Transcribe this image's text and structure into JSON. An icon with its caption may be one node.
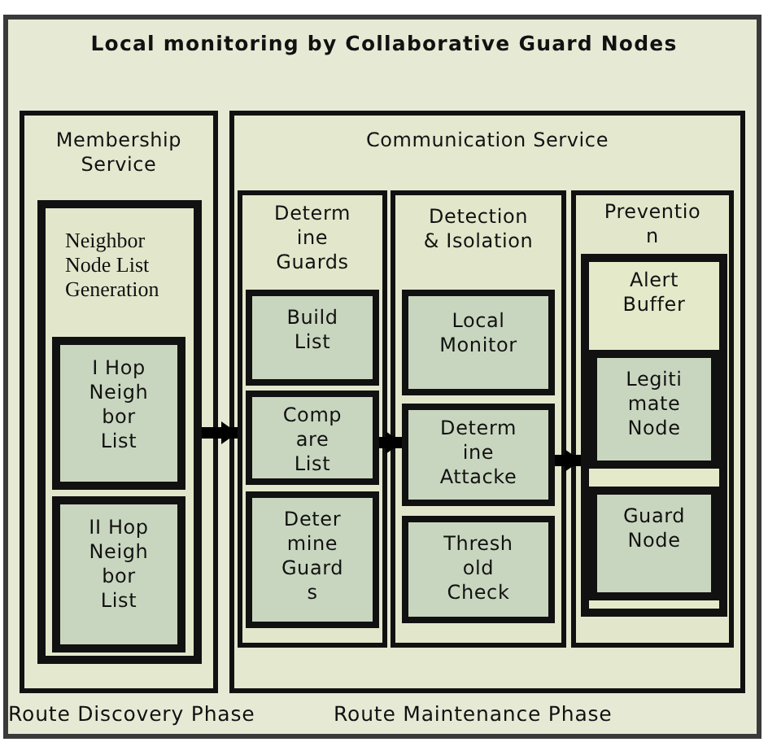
{
  "diagram": {
    "title": "Local monitoring by Collaborative Guard Nodes",
    "nodes": [
      {
        "text": [
          "Membership Service"
        ]
      },
      {
        "text": [
          "Neighbor Node List Generation"
        ],
        "in": 0
      },
      {
        "text": [
          "I Hop Neigh bor List"
        ],
        "in": 1
      },
      {
        "text": [
          "II Hop Neigh bor List"
        ],
        "in": 1
      },
      {
        "text": [
          "Communication Service"
        ]
      },
      {
        "text": [
          "Determ ine Guards"
        ],
        "in": 4
      },
      {
        "text": [
          "Build List"
        ],
        "in": 5
      },
      {
        "text": [
          "Comp are List"
        ],
        "in": 5
      },
      {
        "text": [
          "Deter mine Guard s"
        ],
        "in": 5
      },
      {
        "text": [
          "Detection & Isolation"
        ],
        "in": 4
      },
      {
        "text": [
          "Local Monitor"
        ],
        "in": 9
      },
      {
        "text": [
          "Determ ine Attacke"
        ],
        "in": 9
      },
      {
        "text": [
          "Thresh old Check"
        ],
        "in": 9
      },
      {
        "text": [
          "Preventio n"
        ],
        "in": 4
      },
      {
        "text": [
          "Alert Buffer"
        ],
        "in": 13
      },
      {
        "text": [
          "Legiti mate Node"
        ],
        "in": 14
      },
      {
        "text": [
          "Guard Node"
        ],
        "in": 14
      }
    ],
    "edges": [
      {
        "from": 1,
        "to": 5,
        "arrow": "to"
      },
      {
        "from": 7,
        "to": 11,
        "arrow": "to"
      },
      {
        "from": 11,
        "to": 14,
        "arrow": "to"
      }
    ],
    "labels": [
      "Route Discovery Phase",
      "Route Maintenance Phase"
    ]
  }
}
